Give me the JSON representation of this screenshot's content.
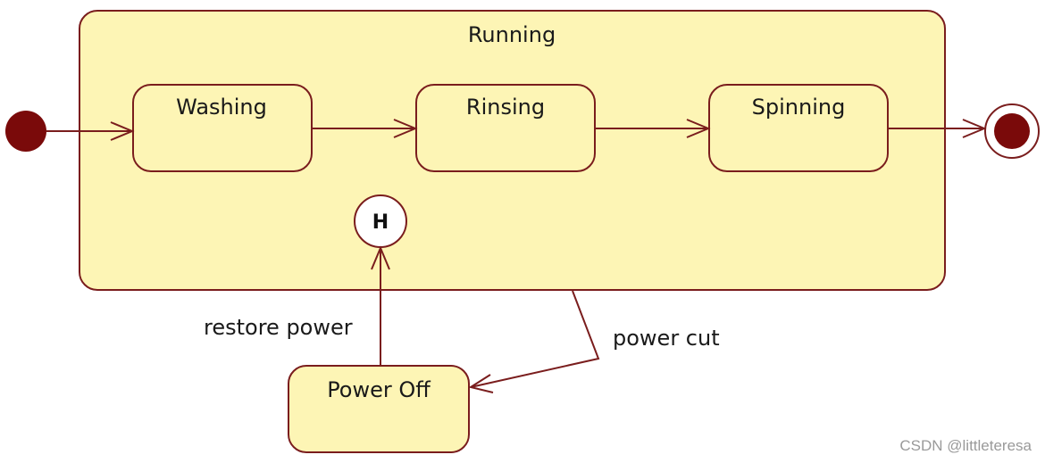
{
  "diagram": {
    "composite_state": {
      "label": "Running"
    },
    "states": {
      "washing": "Washing",
      "rinsing": "Rinsing",
      "spinning": "Spinning",
      "power_off": "Power Off"
    },
    "history": "H",
    "transitions": {
      "power_cut": "power cut",
      "restore_power": "restore power"
    }
  },
  "watermark": "CSDN @littleteresa",
  "colors": {
    "state_fill": "#fdf5b5",
    "state_stroke": "#7a1d1d",
    "line": "#7a1d1d",
    "initial_fill": "#7a0a0a",
    "final_fill": "#7a0a0a"
  }
}
